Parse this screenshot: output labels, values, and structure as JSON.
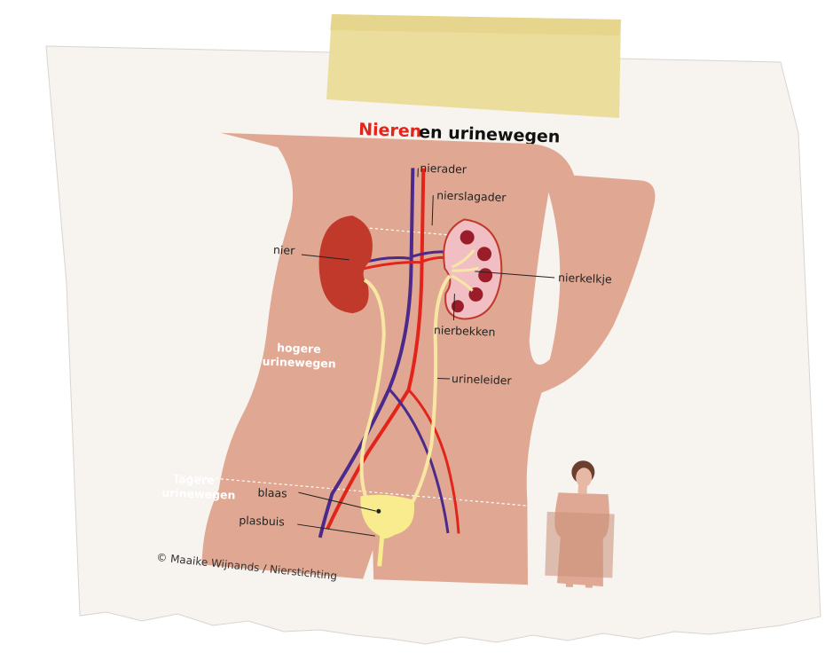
{
  "title": {
    "highlight": "Nieren",
    "rest": " en urinewegen"
  },
  "labels": {
    "nierader": "nierader",
    "nierslagader": "nierslagader",
    "nier": "nier",
    "nierkelkje": "nierkelkje",
    "nierbekken": "nierbekken",
    "hogere_1": "hogere",
    "hogere_2": "urinewegen",
    "urineleider": "urineleider",
    "lagere_1": "lagere",
    "lagere_2": "urinewegen",
    "blaas": "blaas",
    "plasbuis": "plasbuis"
  },
  "credit": "© Maaike Wijnands / Nierstichting",
  "colors": {
    "paper": "#f6f2ee",
    "tape": "#ecdf9c",
    "skin": "#e0a892",
    "skin_light": "#f4dacd",
    "kidney": "#c0392b",
    "artery": "#e3241b",
    "vein": "#4b2a8c",
    "ureter": "#f8e7a4",
    "title_accent": "#e3241b"
  }
}
